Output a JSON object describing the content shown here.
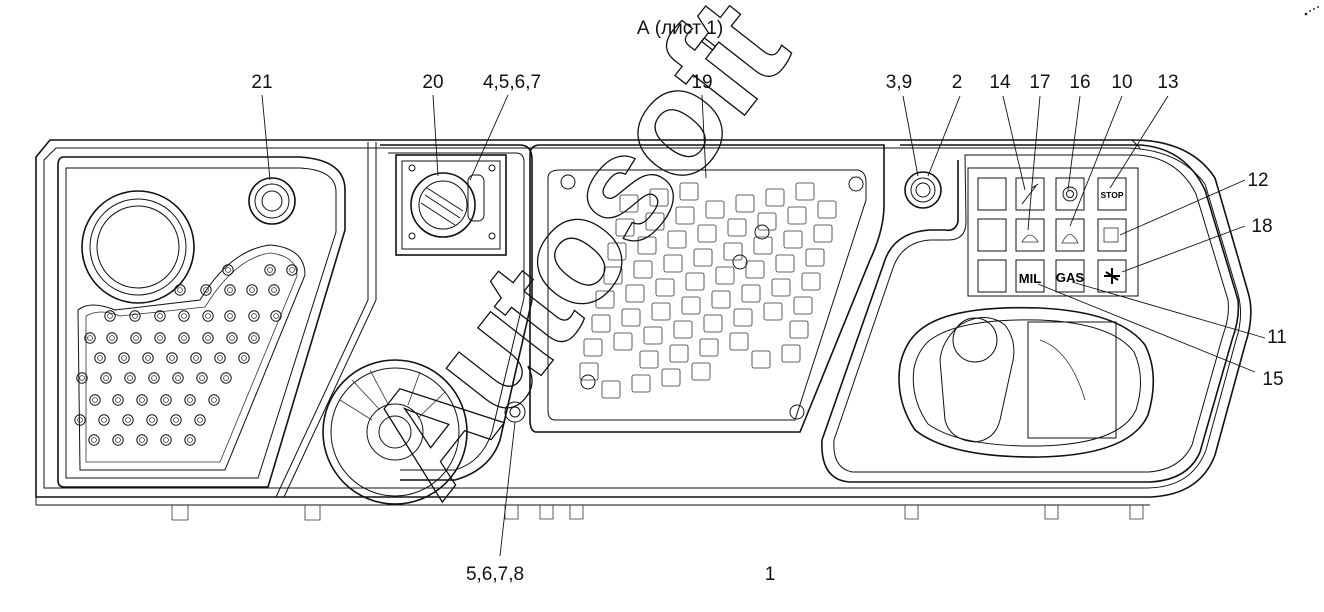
{
  "title": "А (лист 1)",
  "watermark": "Autosoft",
  "callouts": {
    "c21": "21",
    "c20": "20",
    "c4567": "4,5,6,7",
    "c19": "19",
    "c39": "3,9",
    "c2": "2",
    "c14": "14",
    "c17": "17",
    "c16": "16",
    "c10": "10",
    "c13": "13",
    "c12": "12",
    "c18": "18",
    "c11": "11",
    "c15": "15",
    "c5678": "5,6,7,8",
    "c1": "1"
  },
  "switch_labels": {
    "stop": "STOP",
    "mil": "MIL",
    "gas": "GAS"
  }
}
